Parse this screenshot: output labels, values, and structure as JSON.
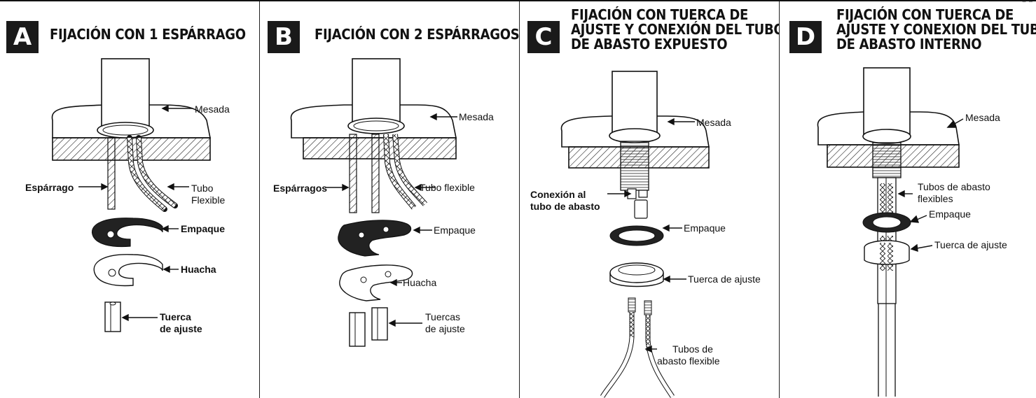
{
  "corner_mark": "‒ ‒",
  "panels": [
    {
      "letter": "A",
      "title_lines": [
        "FIJACIÓN CON 1 ESPÁRRAGO"
      ],
      "labels": {
        "mesada": "Mesada",
        "esparrago": "Espárrago",
        "tubo": [
          "Tubo",
          "Flexible"
        ],
        "empaque": "Empaque",
        "huacha": "Huacha",
        "tuerca": [
          "Tuerca",
          "de ajuste"
        ]
      }
    },
    {
      "letter": "B",
      "title_lines": [
        "FIJACIÓN CON 2 ESPÁRRAGOS"
      ],
      "labels": {
        "mesada": "Mesada",
        "esparragos": "Espárragos",
        "tubo": "Tubo flexible",
        "empaque": "Empaque",
        "huacha": "Huacha",
        "tuercas": [
          "Tuercas",
          "de ajuste"
        ]
      }
    },
    {
      "letter": "C",
      "title_lines": [
        "FIJACIÓN CON TUERCA DE",
        "AJUSTE Y CONEXIÓN DEL TUBO",
        "DE ABASTO EXPUESTO"
      ],
      "labels": {
        "mesada": "Mesada",
        "conexion": [
          "Conexión al",
          "tubo de abasto"
        ],
        "empaque": "Empaque",
        "tuerca": "Tuerca de ajuste",
        "tubos": [
          "Tubos de",
          "abasto flexible"
        ]
      }
    },
    {
      "letter": "D",
      "title_lines": [
        "FIJACIÓN CON TUERCA DE",
        "AJUSTE Y CONEXION DEL TUBO",
        "DE ABASTO INTERNO"
      ],
      "labels": {
        "mesada": "Mesada",
        "tubos": [
          "Tubos de abasto",
          "flexibles"
        ],
        "empaque": "Empaque",
        "tuerca": "Tuerca de ajuste"
      }
    }
  ]
}
